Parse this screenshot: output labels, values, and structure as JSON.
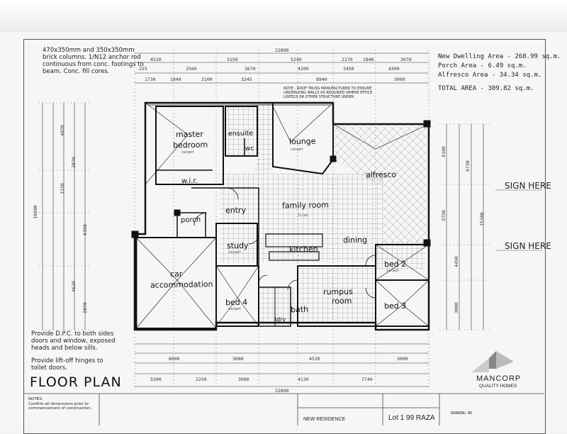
{
  "title": "FLOOR PLAN",
  "notes": {
    "columns": [
      "470x350mm and 350x350mm",
      "brick columns. 1/N12 anchor rod",
      "continuous from conc. footings to",
      "beam. Conc. fill cores."
    ],
    "dpc": [
      "Provide D.P.C. to both sides",
      "doors and window, exposed",
      "heads and below sills."
    ],
    "hinges": [
      "Provide lift-off hinges to",
      "toilet doors."
    ],
    "slab_note": [
      "NOTE : ROOF TRUSS MANUFACTURER TO ENSURE",
      "UNDERLYING WALLS AS REQUIRED WHERE EFFICE",
      "LINTELS OR OTHER STRUCTURE UNDER"
    ],
    "footer_note": [
      "NOTES:",
      "Confirm all dimensions prior to",
      "commencement of construction."
    ]
  },
  "areas": [
    {
      "label": "New Dwelling Area",
      "value": "268.99 sq.m."
    },
    {
      "label": "Porch Area",
      "value": "6.49 sq.m."
    },
    {
      "label": "Alfresco Area",
      "value": "34.34 sq.m."
    },
    {
      "label": "TOTAL AREA",
      "value": "309.82 sq.m."
    }
  ],
  "rooms": {
    "master": "master",
    "bedroom": "bedroom",
    "ensuite": "ensuite",
    "wc": "wc",
    "wir": "w.i.r.",
    "lounge": "lounge",
    "alfresco": "alfresco",
    "entry": "entry",
    "family": "family room",
    "porch": "porch",
    "study": "study",
    "kitchen": "kitchen",
    "dining": "dining",
    "car": "car",
    "accommodation": "accommodation",
    "bed4": "bed 4",
    "bed2": "bed 2",
    "bed3": "bed 3",
    "rumpus": "rumpus",
    "room": "room",
    "bath": "bath",
    "ldry": "ldry",
    "carpet": "carpet",
    "tiles": "tiles"
  },
  "signatures": {
    "first": "SIGN HERE",
    "second": "SIGN HERE"
  },
  "company": {
    "name": "MANCORP",
    "tagline": "QUALITY HOMES"
  },
  "title_block": {
    "project": "NEW RESIDENCE",
    "lot": "Lot 1 99 RAZA",
    "drawing_no": "DRAWING NO"
  },
  "dimensions": {
    "overall_top": "22890",
    "overall_bottom": "22890",
    "top_row1": [
      "4520",
      "3150",
      "5240",
      "2170",
      "1840",
      "3070"
    ],
    "top_row2": [
      "225",
      "2560",
      "3670",
      "4200",
      "2450",
      "4300"
    ],
    "top_row3": [
      "1730",
      "1840",
      "2100",
      "3245",
      "8940",
      "3000"
    ],
    "bottom_row1": [
      "6000",
      "3080",
      "4520",
      "3000"
    ],
    "bottom_row2": [
      "5200",
      "2250",
      "3080",
      "4130",
      "7740"
    ],
    "left_overall": "16890",
    "right_overall": "15180",
    "left_dims": [
      "4020",
      "3150",
      "3870",
      "4610",
      "6150",
      "2070"
    ],
    "right_dims": [
      "4180",
      "3750",
      "4450",
      "3000",
      "6730"
    ]
  }
}
